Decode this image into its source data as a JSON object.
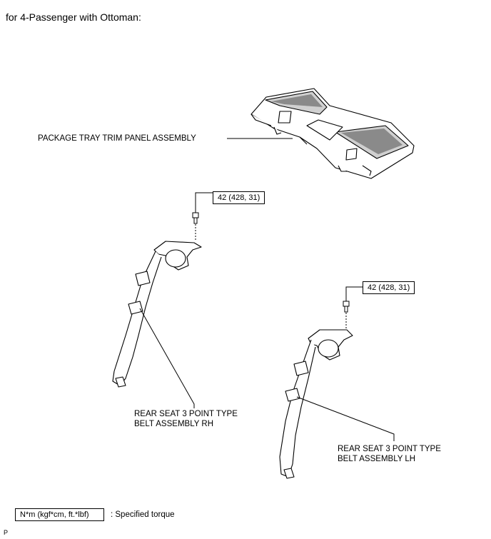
{
  "title": "for 4-Passenger with Ottoman:",
  "labels": {
    "package_tray": "PACKAGE TRAY TRIM PANEL ASSEMBLY",
    "belt_rh_line1": "REAR SEAT 3 POINT TYPE",
    "belt_rh_line2": "BELT ASSEMBLY RH",
    "belt_lh_line1": "REAR SEAT 3 POINT TYPE",
    "belt_lh_line2": "BELT ASSEMBLY LH"
  },
  "torque": {
    "rh": "42 (428, 31)",
    "lh": "42 (428, 31)"
  },
  "legend": {
    "unit_box": "N*m (kgf*cm, ft.*lbf)",
    "description": ": Specified torque"
  },
  "footer_mark": "P"
}
